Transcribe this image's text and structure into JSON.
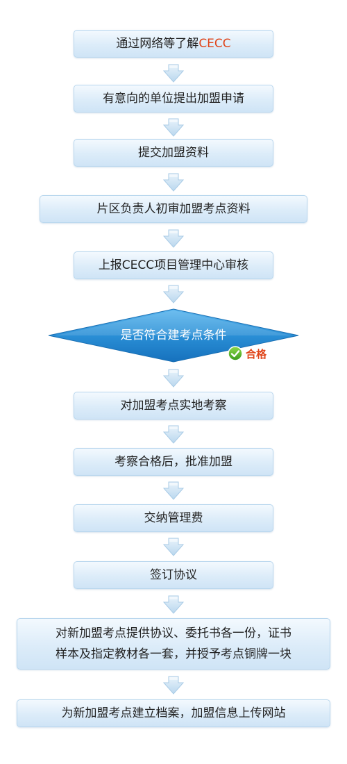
{
  "steps": {
    "s1_prefix": "通过网络等了解",
    "s1_brand": "CECC",
    "s2": "有意向的单位提出加盟申请",
    "s3": "提交加盟资料",
    "s4": "片区负责人初审加盟考点资料",
    "s5": "上报CECC项目管理中心审核",
    "s7": "对加盟考点实地考察",
    "s8": "考察合格后，批准加盟",
    "s9": "交纳管理费",
    "s10": "签订协议",
    "s11_line1": "对新加盟考点提供协议、委托书各一份，证书",
    "s11_line2": "样本及指定教材各一套，并授予考点铜牌一块",
    "s12": "为新加盟考点建立档案，加盟信息上传网站"
  },
  "decision": {
    "label": "是否符合建考点条件",
    "pass_label": "合格"
  },
  "icons": {
    "arrow": "down-arrow-icon",
    "pass": "check-circle-icon"
  },
  "colors": {
    "brand_highlight": "#e0451a",
    "box_border": "#b9d7ee",
    "diamond_fill": "#2a8fd6",
    "arrow_fill": "#cfe3f4"
  }
}
